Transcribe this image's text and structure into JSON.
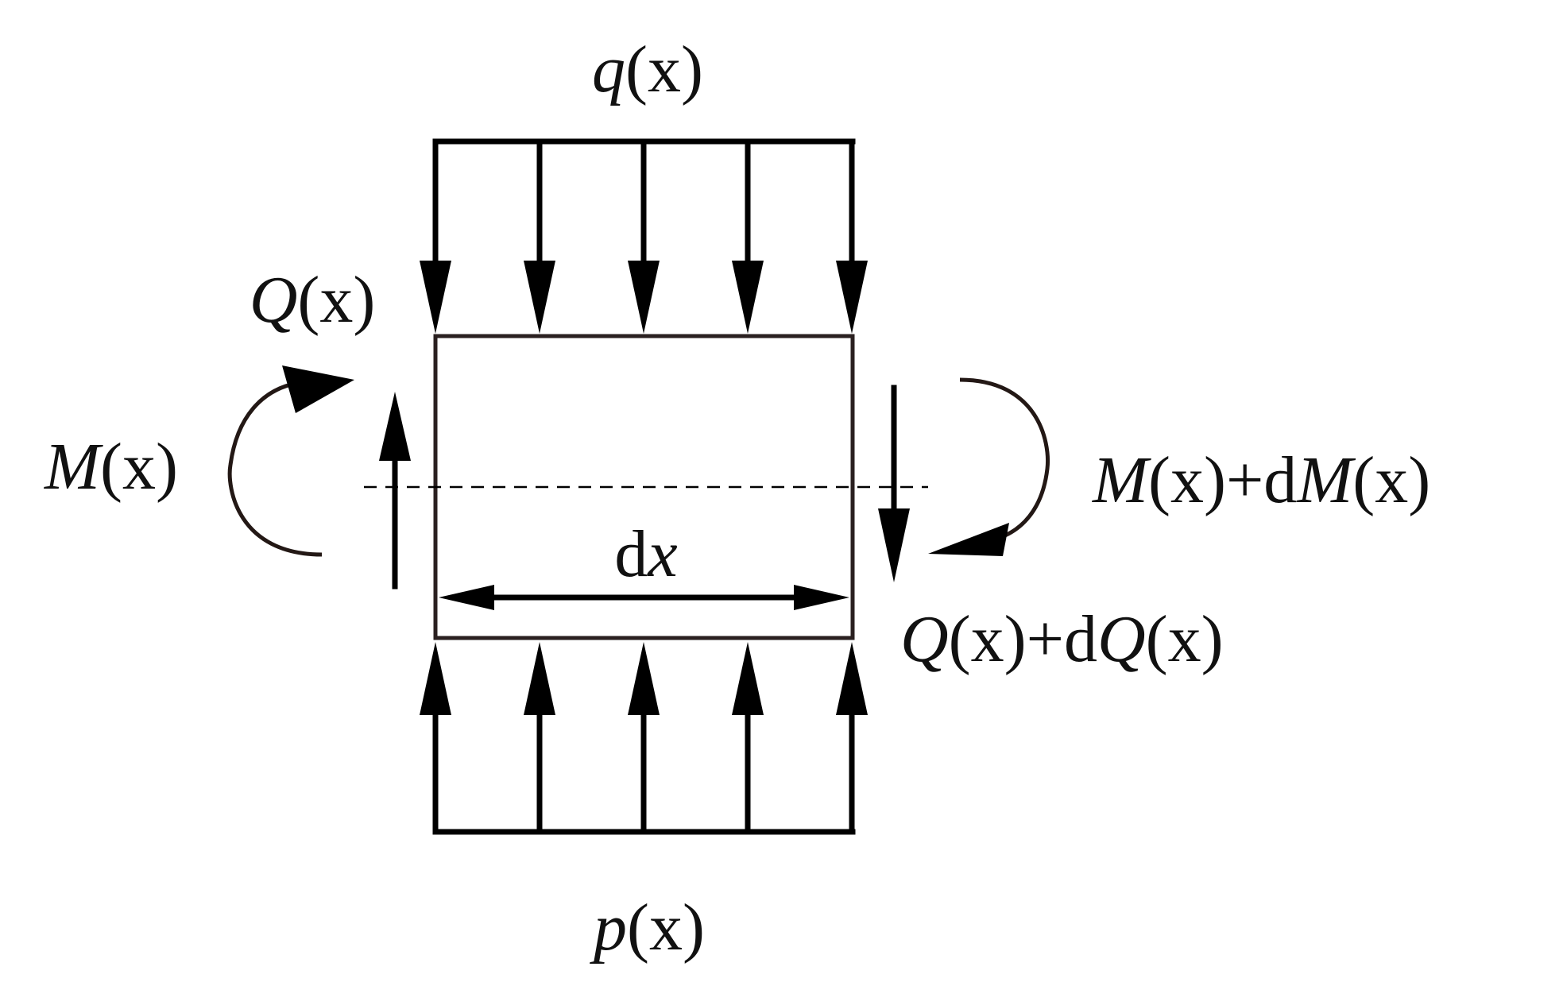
{
  "labels": {
    "distributed_top": {
      "sym": "q",
      "arg": "(x)"
    },
    "distributed_bottom": {
      "sym": "p",
      "arg": "(x)"
    },
    "shear_left": {
      "sym": "Q",
      "arg": "(x)"
    },
    "moment_left": {
      "sym": "M",
      "arg": "(x)"
    },
    "moment_right": {
      "sym": "M",
      "arg": "(x)",
      "plus": "+d",
      "sym2": "M",
      "arg2": "(x)"
    },
    "shear_right": {
      "sym": "Q",
      "arg": "(x)",
      "plus": "+d",
      "sym2": "Q",
      "arg2": "(x)"
    },
    "width": {
      "d": "d",
      "x": "x"
    }
  },
  "colors": {
    "ink": "#000000",
    "element_edge": "#2a2020",
    "moment_arc": "#231815"
  }
}
